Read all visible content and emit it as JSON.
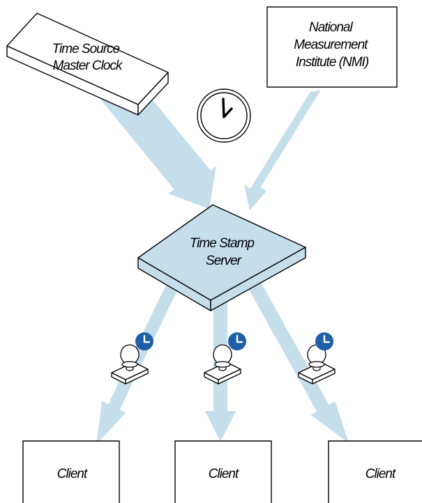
{
  "diagram": {
    "master_clock": {
      "line1": "Time Source",
      "line2": "Master Clock"
    },
    "nmi": {
      "line1": "National",
      "line2": "Measurement",
      "line3": "Institute (NMI)"
    },
    "tss": {
      "line1": "Time Stamp",
      "line2": "Server"
    },
    "clients": [
      {
        "label": "Client"
      },
      {
        "label": "Client"
      },
      {
        "label": "Client"
      }
    ],
    "icons": [
      "clock-icon",
      "timestamp-stamp-icon"
    ],
    "colors": {
      "arrow": "#c5deec",
      "server_fill": "#c5deec",
      "badge": "#1f5fa8",
      "stroke": "#000000"
    }
  }
}
